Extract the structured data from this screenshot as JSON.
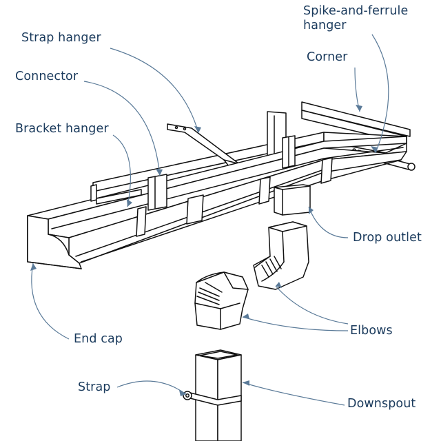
{
  "diagram": {
    "labels": {
      "spike_and_ferrule_line1": "Spike-and-ferrule",
      "spike_and_ferrule_line2": "hanger",
      "strap_hanger": "Strap hanger",
      "connector": "Connector",
      "corner": "Corner",
      "bracket_hanger": "Bracket hanger",
      "drop_outlet": "Drop outlet",
      "end_cap": "End cap",
      "elbows": "Elbows",
      "strap": "Strap",
      "downspout": "Downspout"
    },
    "colors": {
      "label_text": "#1a3a5c",
      "leader_line": "#5a7a98",
      "drawing_line": "#111111",
      "fill": "#ffffff"
    }
  }
}
